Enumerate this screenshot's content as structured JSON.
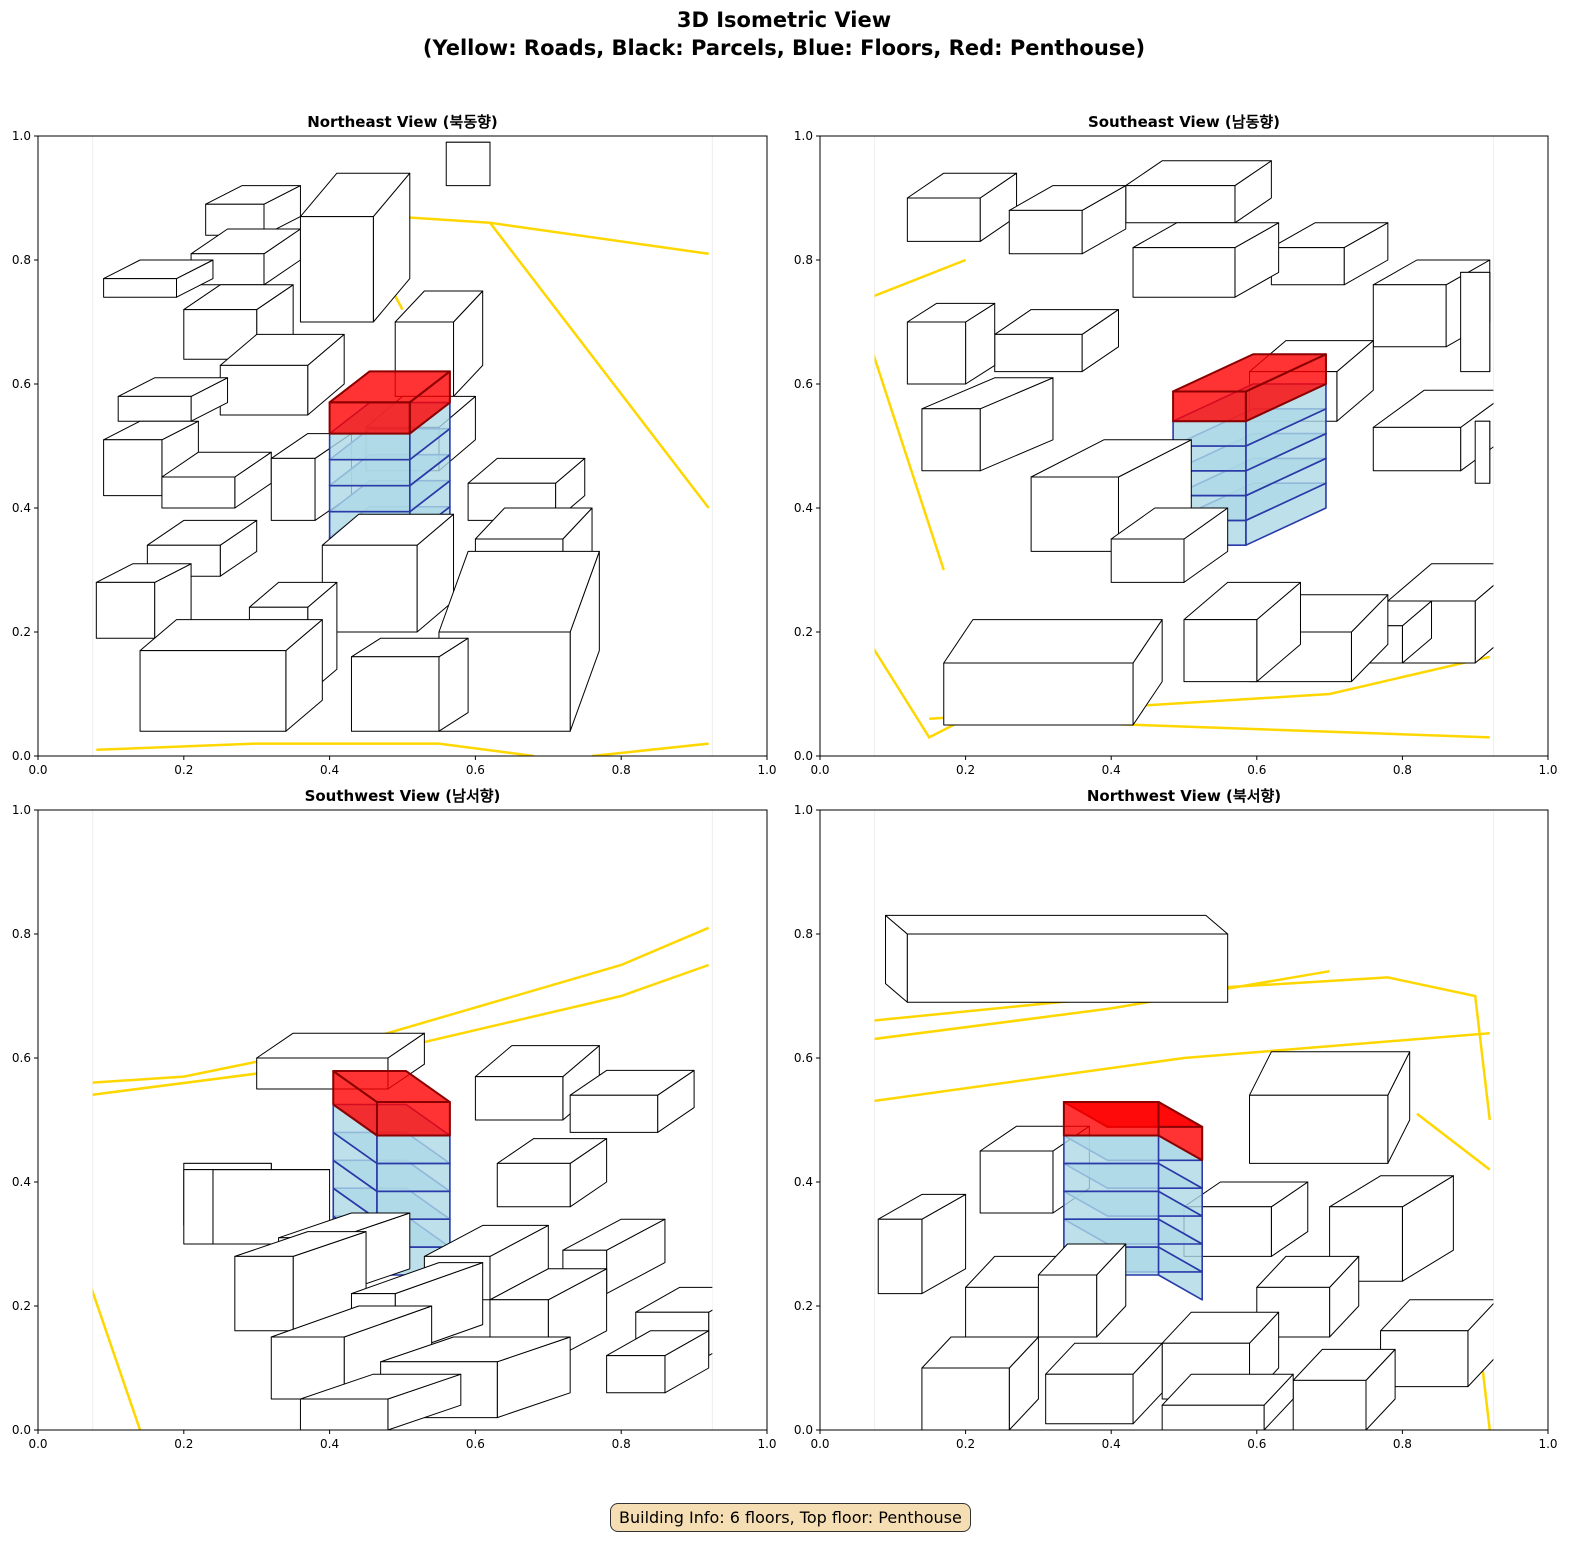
{
  "suptitle_line1": "3D Isometric View",
  "suptitle_line2": "(Yellow: Roads, Black: Parcels, Blue: Floors, Red: Penthouse)",
  "info_box": "Building Info: 6 floors, Top floor: Penthouse",
  "colors": {
    "road": "#ffd700",
    "parcel": "#000000",
    "floor_fill": "#add8e6",
    "floor_edge": "#2a3aa8",
    "penthouse_fill": "#ff0000",
    "penthouse_edge": "#8b0000"
  },
  "chart_data": [
    {
      "type": "diagram-3d-isometric",
      "title": "Northeast View (북동향)",
      "xlim": [
        0,
        1
      ],
      "ylim": [
        0,
        1
      ],
      "xticks": [
        "0.0",
        "0.2",
        "0.4",
        "0.6",
        "0.8",
        "1.0"
      ],
      "yticks": [
        "0.0",
        "0.2",
        "0.4",
        "0.6",
        "0.8",
        "1.0"
      ],
      "target": {
        "x": 0.4,
        "y": 0.31,
        "w": 0.11,
        "floors": 6,
        "floor_h": 0.042,
        "dx": 0.055,
        "dy": 0.05
      },
      "roads": [
        [
          [
            0.49,
            0.87
          ],
          [
            0.62,
            0.86
          ],
          [
            0.92,
            0.81
          ]
        ],
        [
          [
            0.62,
            0.86
          ],
          [
            0.92,
            0.4
          ]
        ],
        [
          [
            0.08,
            0.01
          ],
          [
            0.3,
            0.02
          ],
          [
            0.55,
            0.02
          ],
          [
            0.68,
            0.0
          ]
        ],
        [
          [
            0.76,
            0.0
          ],
          [
            0.92,
            0.02
          ]
        ],
        [
          [
            0.15,
            0.75
          ],
          [
            0.45,
            0.83
          ],
          [
            0.5,
            0.72
          ]
        ]
      ],
      "buildings": [
        [
          0.56,
          0.92,
          0.06,
          0.07,
          0,
          0.0
        ],
        [
          0.36,
          0.7,
          0.1,
          0.17,
          0.05,
          0.07
        ],
        [
          0.23,
          0.84,
          0.08,
          0.05,
          0.05,
          0.03
        ],
        [
          0.21,
          0.76,
          0.1,
          0.05,
          0.05,
          0.04
        ],
        [
          0.09,
          0.74,
          0.1,
          0.03,
          0.05,
          0.03
        ],
        [
          0.2,
          0.64,
          0.1,
          0.08,
          0.05,
          0.04
        ],
        [
          0.49,
          0.58,
          0.08,
          0.12,
          0.04,
          0.05
        ],
        [
          0.11,
          0.54,
          0.1,
          0.04,
          0.05,
          0.03
        ],
        [
          0.25,
          0.55,
          0.12,
          0.08,
          0.05,
          0.05
        ],
        [
          0.45,
          0.46,
          0.1,
          0.07,
          0.05,
          0.05
        ],
        [
          0.09,
          0.42,
          0.08,
          0.09,
          0.05,
          0.03
        ],
        [
          0.17,
          0.4,
          0.1,
          0.05,
          0.05,
          0.04
        ],
        [
          0.32,
          0.38,
          0.06,
          0.1,
          0.05,
          0.04
        ],
        [
          0.59,
          0.38,
          0.12,
          0.06,
          0.04,
          0.04
        ],
        [
          0.15,
          0.29,
          0.1,
          0.05,
          0.05,
          0.04
        ],
        [
          0.39,
          0.2,
          0.13,
          0.14,
          0.05,
          0.05
        ],
        [
          0.6,
          0.28,
          0.12,
          0.07,
          0.04,
          0.05
        ],
        [
          0.08,
          0.19,
          0.08,
          0.09,
          0.05,
          0.03
        ],
        [
          0.29,
          0.1,
          0.08,
          0.14,
          0.04,
          0.04
        ],
        [
          0.14,
          0.04,
          0.2,
          0.13,
          0.05,
          0.05
        ],
        [
          0.55,
          0.04,
          0.18,
          0.16,
          0.04,
          0.13
        ],
        [
          0.43,
          0.04,
          0.12,
          0.12,
          0.04,
          0.03
        ]
      ]
    },
    {
      "type": "diagram-3d-isometric",
      "title": "Southeast View (남동향)",
      "xlim": [
        0,
        1
      ],
      "ylim": [
        0,
        1
      ],
      "xticks": [
        "0.0",
        "0.2",
        "0.4",
        "0.6",
        "0.8",
        "1.0"
      ],
      "yticks": [
        "0.0",
        "0.2",
        "0.4",
        "0.6",
        "0.8",
        "1.0"
      ],
      "target": {
        "x": 0.485,
        "y": 0.34,
        "w": 0.1,
        "floors": 6,
        "floor_h": 0.04,
        "dx": 0.11,
        "dy": 0.06
      },
      "roads": [
        [
          [
            0.07,
            0.74
          ],
          [
            0.2,
            0.8
          ]
        ],
        [
          [
            0.07,
            0.66
          ],
          [
            0.17,
            0.3
          ]
        ],
        [
          [
            0.07,
            0.18
          ],
          [
            0.15,
            0.03
          ],
          [
            0.2,
            0.06
          ],
          [
            0.92,
            0.03
          ]
        ],
        [
          [
            0.15,
            0.06
          ],
          [
            0.7,
            0.1
          ],
          [
            0.92,
            0.16
          ]
        ]
      ],
      "buildings": [
        [
          0.42,
          0.86,
          0.15,
          0.06,
          0.05,
          0.04
        ],
        [
          0.12,
          0.83,
          0.1,
          0.07,
          0.05,
          0.04
        ],
        [
          0.26,
          0.81,
          0.1,
          0.07,
          0.06,
          0.04
        ],
        [
          0.43,
          0.74,
          0.14,
          0.08,
          0.06,
          0.04
        ],
        [
          0.62,
          0.76,
          0.1,
          0.06,
          0.06,
          0.04
        ],
        [
          0.76,
          0.66,
          0.1,
          0.1,
          0.06,
          0.04
        ],
        [
          0.88,
          0.62,
          0.04,
          0.16,
          0.0,
          0.0
        ],
        [
          0.12,
          0.6,
          0.08,
          0.1,
          0.04,
          0.03
        ],
        [
          0.24,
          0.62,
          0.12,
          0.06,
          0.05,
          0.04
        ],
        [
          0.59,
          0.54,
          0.12,
          0.08,
          0.05,
          0.05
        ],
        [
          0.14,
          0.46,
          0.08,
          0.1,
          0.1,
          0.05
        ],
        [
          0.76,
          0.46,
          0.12,
          0.07,
          0.07,
          0.06
        ],
        [
          0.29,
          0.33,
          0.12,
          0.12,
          0.1,
          0.06
        ],
        [
          0.4,
          0.28,
          0.1,
          0.07,
          0.06,
          0.05
        ],
        [
          0.9,
          0.44,
          0.02,
          0.1,
          0.0,
          0.0
        ],
        [
          0.78,
          0.15,
          0.12,
          0.1,
          0.06,
          0.06
        ],
        [
          0.59,
          0.12,
          0.14,
          0.08,
          0.05,
          0.06
        ],
        [
          0.5,
          0.12,
          0.1,
          0.1,
          0.06,
          0.06
        ],
        [
          0.17,
          0.05,
          0.26,
          0.1,
          0.04,
          0.07
        ],
        [
          0.68,
          0.15,
          0.12,
          0.06,
          0.04,
          0.04
        ]
      ]
    },
    {
      "type": "diagram-3d-isometric",
      "title": "Southwest View (남서향)",
      "xlim": [
        0,
        1
      ],
      "ylim": [
        0,
        1
      ],
      "xticks": [
        "0.0",
        "0.2",
        "0.4",
        "0.6",
        "0.8",
        "1.0"
      ],
      "yticks": [
        "0.0",
        "0.2",
        "0.4",
        "0.6",
        "0.8",
        "1.0"
      ],
      "target": {
        "x": 0.465,
        "y": 0.25,
        "w": 0.1,
        "floors": 6,
        "floor_h": 0.045,
        "dx": -0.06,
        "dy": 0.05
      },
      "roads": [
        [
          [
            0.07,
            0.56
          ],
          [
            0.2,
            0.57
          ],
          [
            0.45,
            0.63
          ],
          [
            0.8,
            0.75
          ],
          [
            0.92,
            0.81
          ]
        ],
        [
          [
            0.07,
            0.54
          ],
          [
            0.4,
            0.59
          ],
          [
            0.8,
            0.7
          ],
          [
            0.92,
            0.75
          ]
        ],
        [
          [
            0.07,
            0.24
          ],
          [
            0.14,
            0.0
          ]
        ]
      ],
      "buildings": [
        [
          0.2,
          0.33,
          0.12,
          0.1,
          0.0,
          0.0
        ],
        [
          0.3,
          0.55,
          0.18,
          0.05,
          0.05,
          0.04
        ],
        [
          0.6,
          0.5,
          0.12,
          0.07,
          0.05,
          0.05
        ],
        [
          0.73,
          0.48,
          0.12,
          0.06,
          0.05,
          0.04
        ],
        [
          0.63,
          0.36,
          0.1,
          0.07,
          0.05,
          0.04
        ],
        [
          0.2,
          0.3,
          0.04,
          0.12,
          0.16,
          0.0
        ],
        [
          0.27,
          0.16,
          0.08,
          0.12,
          0.1,
          0.04
        ],
        [
          0.33,
          0.22,
          0.08,
          0.09,
          0.1,
          0.04
        ],
        [
          0.53,
          0.21,
          0.09,
          0.07,
          0.08,
          0.05
        ],
        [
          0.72,
          0.22,
          0.06,
          0.07,
          0.08,
          0.05
        ],
        [
          0.43,
          0.12,
          0.06,
          0.1,
          0.12,
          0.05
        ],
        [
          0.32,
          0.05,
          0.1,
          0.1,
          0.12,
          0.05
        ],
        [
          0.62,
          0.11,
          0.08,
          0.1,
          0.08,
          0.05
        ],
        [
          0.47,
          0.02,
          0.16,
          0.09,
          0.1,
          0.04
        ],
        [
          0.36,
          0.0,
          0.12,
          0.05,
          0.1,
          0.04
        ],
        [
          0.78,
          0.06,
          0.08,
          0.06,
          0.06,
          0.04
        ],
        [
          0.82,
          0.12,
          0.1,
          0.07,
          0.06,
          0.04
        ]
      ]
    },
    {
      "type": "diagram-3d-isometric",
      "title": "Northwest View (북서향)",
      "xlim": [
        0,
        1
      ],
      "ylim": [
        0,
        1
      ],
      "xticks": [
        "0.0",
        "0.2",
        "0.4",
        "0.6",
        "0.8",
        "1.0"
      ],
      "yticks": [
        "0.0",
        "0.2",
        "0.4",
        "0.6",
        "0.8",
        "1.0"
      ],
      "target": {
        "x": 0.335,
        "y": 0.25,
        "w": 0.13,
        "floors": 6,
        "floor_h": 0.045,
        "dx": 0.06,
        "dy": -0.04
      },
      "roads": [
        [
          [
            0.07,
            0.66
          ],
          [
            0.5,
            0.71
          ],
          [
            0.78,
            0.73
          ],
          [
            0.9,
            0.7
          ],
          [
            0.92,
            0.5
          ]
        ],
        [
          [
            0.07,
            0.53
          ],
          [
            0.5,
            0.6
          ],
          [
            0.92,
            0.64
          ]
        ],
        [
          [
            0.07,
            0.63
          ],
          [
            0.4,
            0.68
          ],
          [
            0.7,
            0.74
          ]
        ],
        [
          [
            0.82,
            0.51
          ],
          [
            0.92,
            0.42
          ]
        ],
        [
          [
            0.9,
            0.2
          ],
          [
            0.92,
            0.0
          ]
        ]
      ],
      "buildings": [
        [
          0.12,
          0.69,
          0.44,
          0.11,
          -0.03,
          0.03
        ],
        [
          0.59,
          0.43,
          0.19,
          0.11,
          0.03,
          0.07
        ],
        [
          0.22,
          0.35,
          0.1,
          0.1,
          0.05,
          0.04
        ],
        [
          0.7,
          0.24,
          0.1,
          0.12,
          0.07,
          0.05
        ],
        [
          0.5,
          0.28,
          0.12,
          0.08,
          0.05,
          0.04
        ],
        [
          0.08,
          0.22,
          0.06,
          0.12,
          0.06,
          0.04
        ],
        [
          0.2,
          0.15,
          0.1,
          0.08,
          0.04,
          0.05
        ],
        [
          0.3,
          0.15,
          0.08,
          0.1,
          0.04,
          0.05
        ],
        [
          0.6,
          0.15,
          0.1,
          0.08,
          0.04,
          0.05
        ],
        [
          0.47,
          0.05,
          0.12,
          0.09,
          0.04,
          0.05
        ],
        [
          0.77,
          0.07,
          0.12,
          0.09,
          0.04,
          0.05
        ],
        [
          0.14,
          0.0,
          0.12,
          0.1,
          0.04,
          0.05
        ],
        [
          0.31,
          0.01,
          0.12,
          0.08,
          0.04,
          0.05
        ],
        [
          0.65,
          0.0,
          0.1,
          0.08,
          0.04,
          0.05
        ],
        [
          0.47,
          0.0,
          0.14,
          0.04,
          0.04,
          0.05
        ]
      ]
    }
  ]
}
